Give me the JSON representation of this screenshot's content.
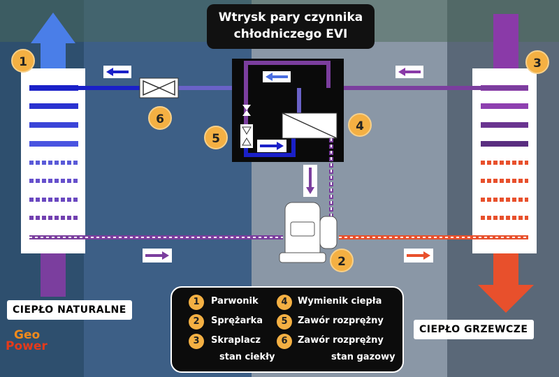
{
  "title": {
    "line1": "Wtrysk pary czynnika",
    "line2": "chłodniczego EVI"
  },
  "labels": {
    "left": "CIEPŁO NATURALNE",
    "right": "CIEPŁO GRZEWCZE"
  },
  "badges": [
    "1",
    "2",
    "3",
    "4",
    "5",
    "6"
  ],
  "legend": {
    "items": [
      {
        "num": "1",
        "label": "Parwonik"
      },
      {
        "num": "2",
        "label": "Sprężarka"
      },
      {
        "num": "3",
        "label": "Skraplacz"
      },
      {
        "num": "4",
        "label": "Wymienik ciepła"
      },
      {
        "num": "5",
        "label": "Zawór rozprężny"
      },
      {
        "num": "6",
        "label": "Zawór rozprężny"
      }
    ],
    "liquid": "stan ciekły",
    "gas": "stan gazowy"
  },
  "logo": {
    "line1": "Geo",
    "line2": "Power"
  },
  "colors": {
    "blue": "#1a20c8",
    "lightblue": "#4a6ee0",
    "purple": "#7b3e9e",
    "lightpurple": "#8a62c0",
    "red": "#e8502c",
    "badge": "#f4b043"
  }
}
